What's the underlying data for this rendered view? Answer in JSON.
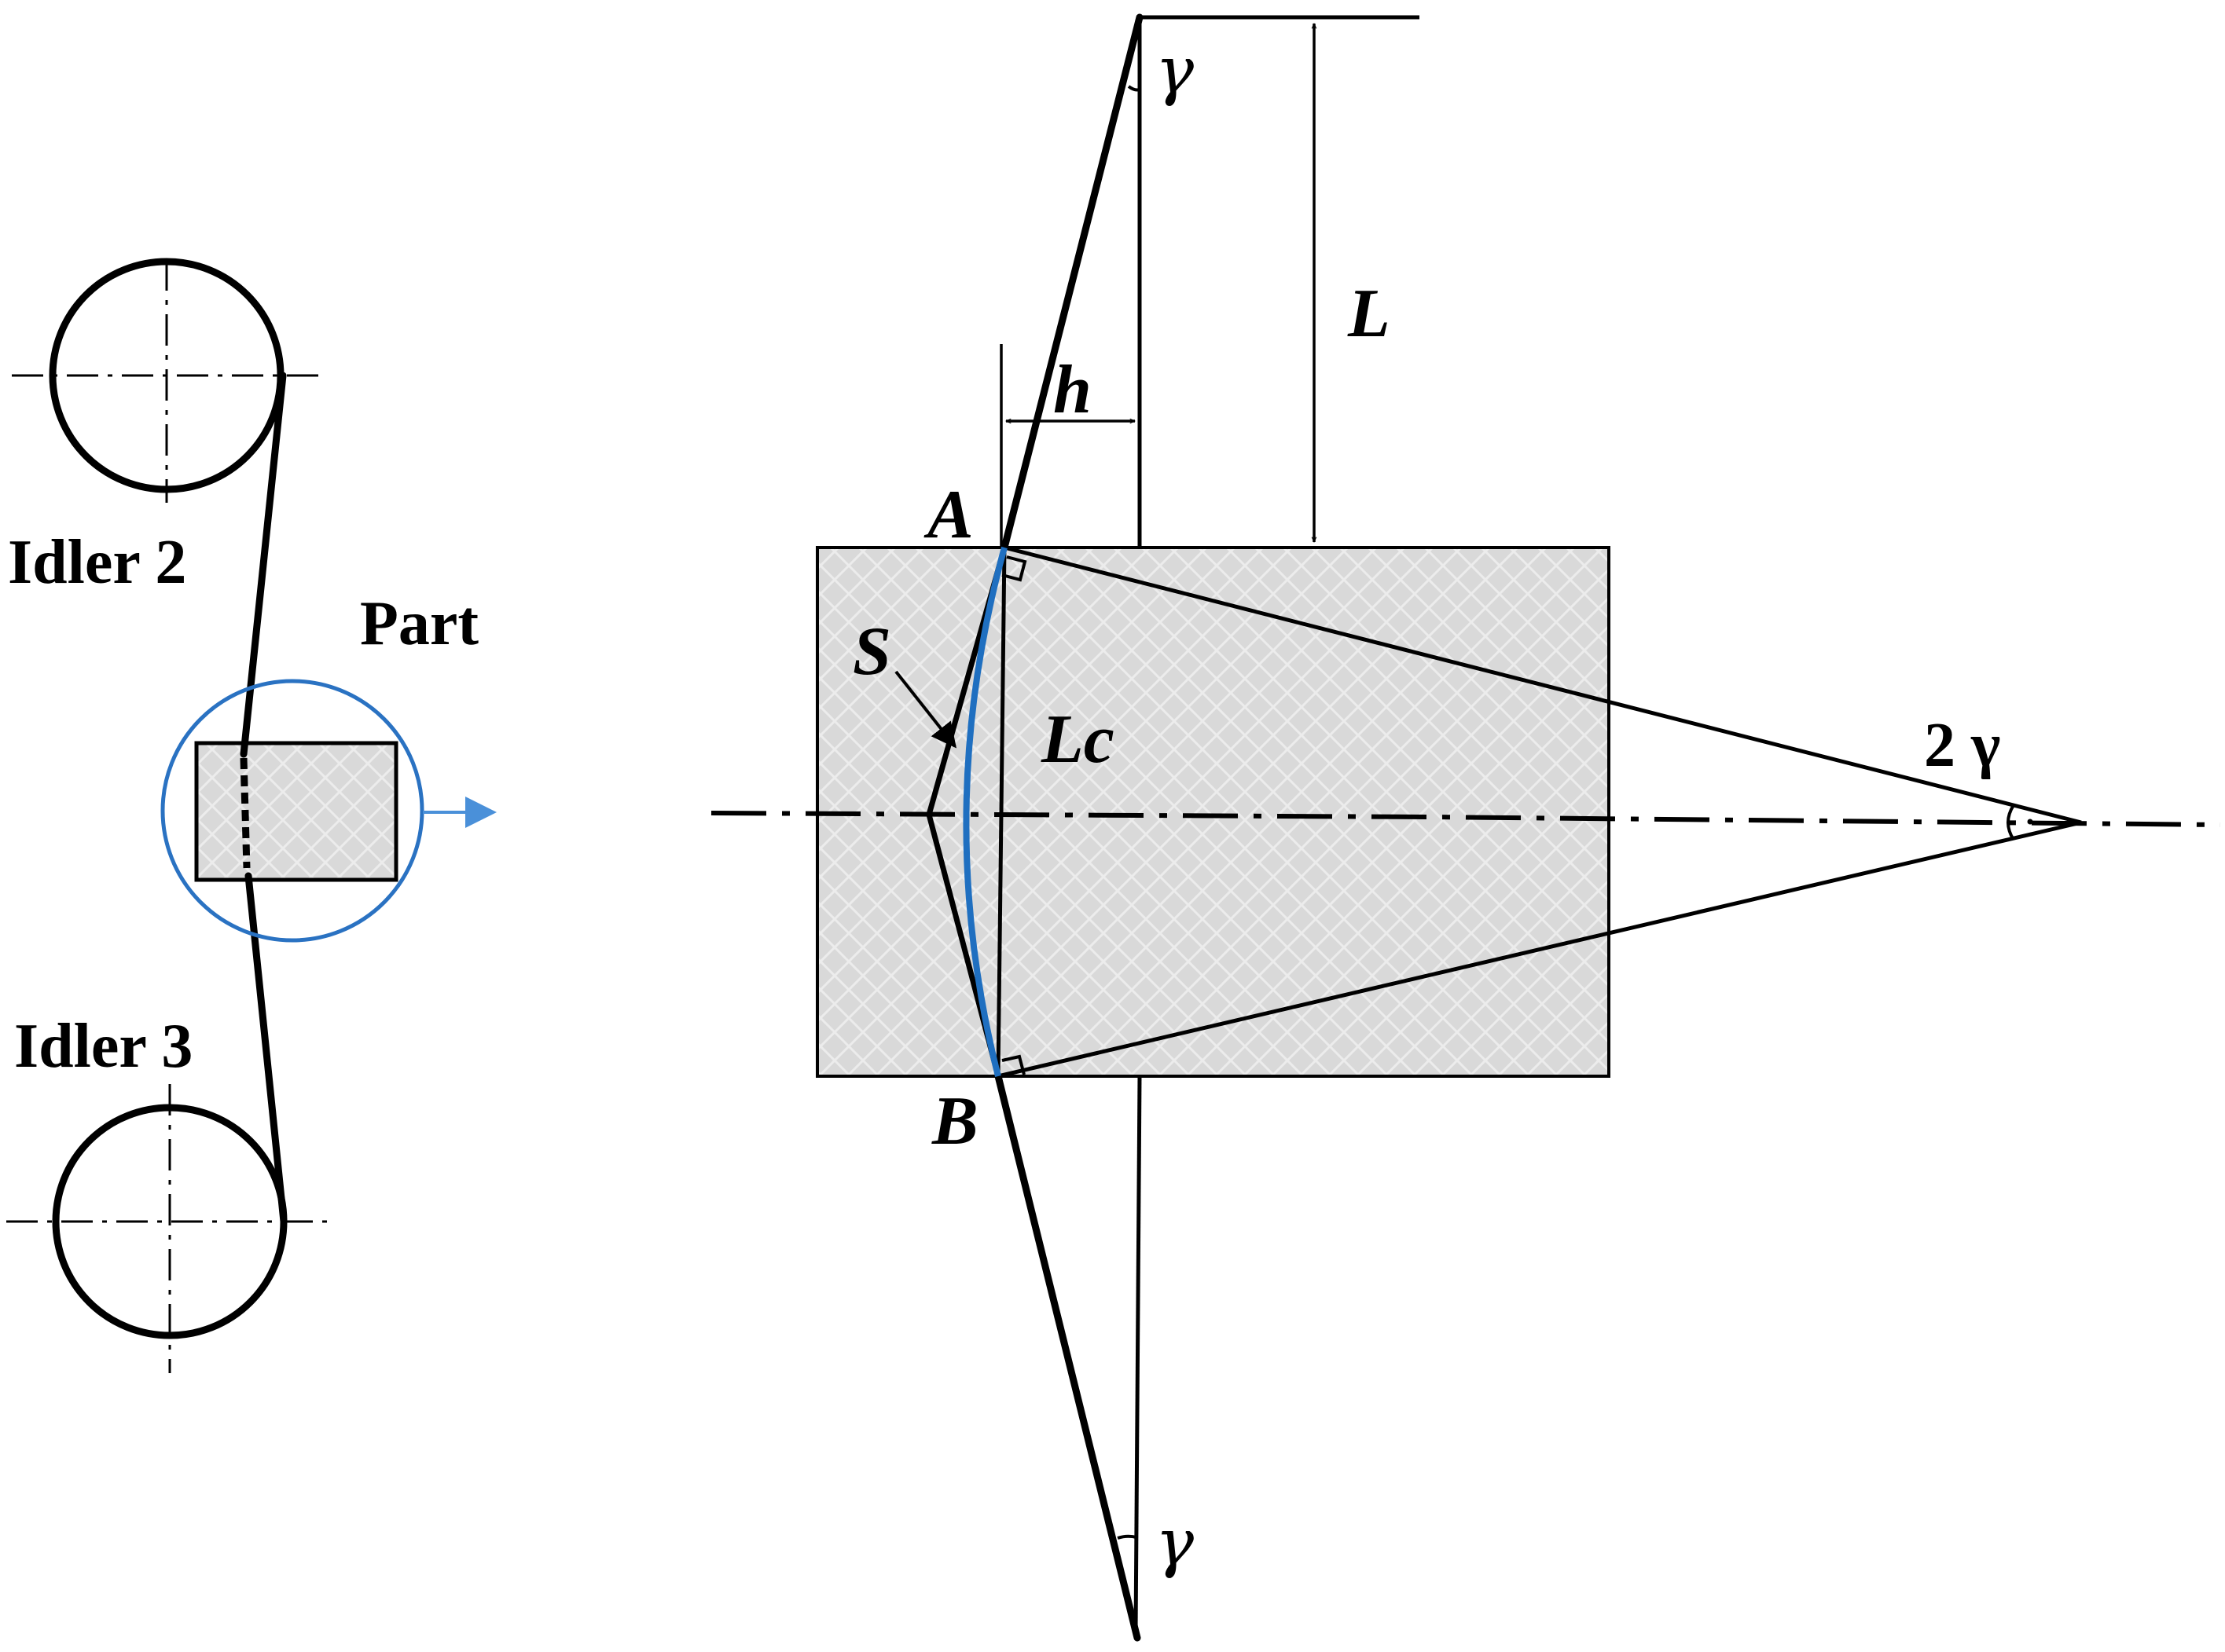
{
  "labels": {
    "idler2": "Idler 2",
    "idler3": "Idler 3",
    "part": "Part",
    "point_a": "A",
    "point_b": "B",
    "arc_s": "S",
    "chord_lc": "Lc",
    "height_h": "h",
    "length_l": "L",
    "gamma_top": "γ",
    "gamma_bottom": "γ",
    "two_gamma": "2 γ"
  },
  "colors": {
    "arc": "#1f6fc0",
    "detail_circle": "#2a72c2",
    "detail_arrow": "#4a90d9",
    "part_fill": "#d9d9d9",
    "hatch": "#ececec",
    "ink": "#000000"
  }
}
